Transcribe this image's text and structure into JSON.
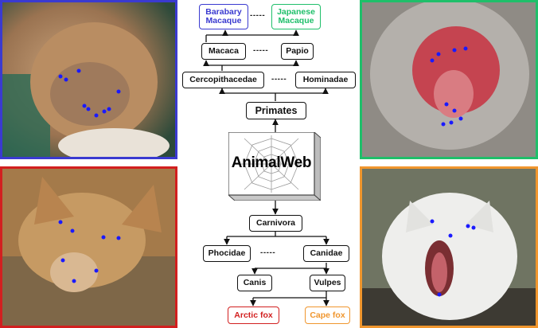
{
  "center_title": "AnimalWeb",
  "tree": {
    "root_upper": "Primates",
    "families_upper": [
      "Cercopithacedae",
      "Hominadae"
    ],
    "genera_upper": [
      "Macaca",
      "Papio"
    ],
    "species_upper": [
      "Barabary\nMacaque",
      "Japanese\nMacaque"
    ],
    "root_lower": "Carnivora",
    "families_lower": [
      "Phocidae",
      "Canidae"
    ],
    "genera_lower": [
      "Canis",
      "Vulpes"
    ],
    "species_lower": [
      "Arctic fox",
      "Cape fox"
    ],
    "dashes": "-----"
  },
  "photos": [
    {
      "name": "barbary-macaque-photo",
      "border": "#3a3ad0"
    },
    {
      "name": "japanese-macaque-photo",
      "border": "#1fbf6a"
    },
    {
      "name": "cape-fox-photo",
      "border": "#d21f1f"
    },
    {
      "name": "arctic-fox-photo",
      "border": "#f0962e"
    }
  ],
  "colors": {
    "blue": "#3a3ad0",
    "green": "#1fbf6a",
    "red": "#d21f1f",
    "orange": "#f0962e",
    "landmark": "#1a1aff"
  },
  "icons": [
    "spider-web-icon"
  ]
}
